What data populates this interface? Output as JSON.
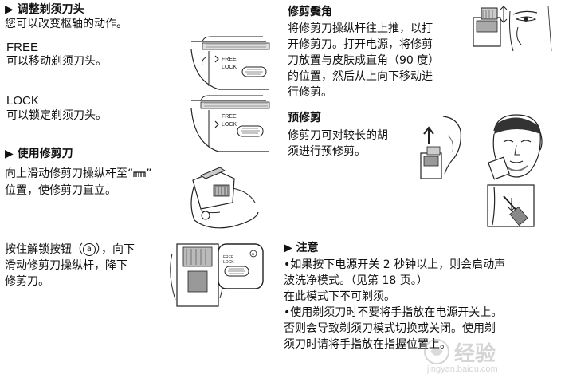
{
  "left": {
    "sec1_title": "▶ 调整剃须刀头",
    "sec1_intro": "您可以改变枢轴的动作。",
    "free_label": "FREE",
    "free_desc": "可以移动剃须刀头。",
    "lock_label": "LOCK",
    "lock_desc": "可以锁定剃须刀头。",
    "sec2_title": "▶ 使用修剪刀",
    "trim_line1": "向上滑动修剪刀操纵杆至“",
    "trim_line1_end": "”",
    "trim_line2": "位置，使修剪刀直立。",
    "lower_line1": "按住解锁按钮（",
    "lower_line1_mid": "），向下",
    "lower_line2": "滑动修剪刀操纵杆，降下",
    "lower_line3": "修剪刀。",
    "button_letter": "a",
    "fig_free_text": "FREE",
    "fig_lock_text": "LOCK",
    "fig_unlock_text": "FREE",
    "fig_unlock_text2": "LOCK"
  },
  "right": {
    "sec3_title": "修剪鬓角",
    "sec3_lines": [
      "将修剪刀操纵杆往上推，以打",
      "开修剪刀。打开电源，将修剪",
      "刀放置与皮肤成直角（90 度）",
      "的位置，然后从上向下移动进",
      "行修剪。"
    ],
    "sec4_title": "预修剪",
    "sec4_lines": [
      "修剪刀可对较长的胡",
      "须进行预修剪。"
    ],
    "sec5_title": "▶ 注意",
    "notes": [
      "•如果按下电源开关 2 秒钟以上，则会启动声",
      "  波洗净模式。（见第 18 页。）",
      "  在此模式下不可剃须。",
      "•使用剃须刀时不要将手指放在电源开关上。",
      "  否则会导致剃须刀模式切换或关闭。使用剃",
      "  须刀时请将手指放在指握位置上。"
    ]
  },
  "watermark": {
    "text": "经验",
    "url": "jingyan.baidu.com"
  }
}
